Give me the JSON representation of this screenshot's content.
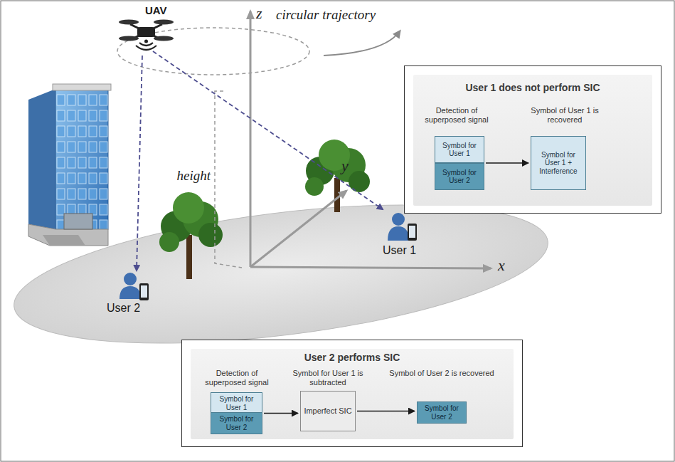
{
  "diagram": {
    "nodes": [
      {
        "text": [
          "User 1 does not perform SIC"
        ]
      },
      {
        "text": [
          "Detection of superposed signal"
        ],
        "in": 0
      },
      {
        "text": [
          "Symbol for User 1"
        ],
        "in": 1
      },
      {
        "text": [
          "Symbol for User 2"
        ],
        "in": 1
      },
      {
        "text": [
          "Symbol of User 1 is recovered"
        ],
        "in": 0
      },
      {
        "text": [
          "Symbol for User 1 + Interference"
        ],
        "in": 4
      },
      {
        "text": [
          "User 2 performs SIC"
        ]
      },
      {
        "text": [
          "Detection of superposed signal"
        ],
        "in": 6
      },
      {
        "text": [
          "Symbol for User 1"
        ],
        "in": 7
      },
      {
        "text": [
          "Symbol for User 2"
        ],
        "in": 7
      },
      {
        "text": [
          "Symbol for User 1 is subtracted"
        ],
        "in": 6
      },
      {
        "text": [
          "Imperfect SIC"
        ],
        "in": 10
      },
      {
        "text": [
          "Symbol of User 2 is recovered"
        ],
        "in": 6
      },
      {
        "text": [
          "Symbol for User 2"
        ],
        "in": 12
      }
    ],
    "edges": [
      {
        "from": 1,
        "to": 4,
        "arrow": "to"
      },
      {
        "from": 7,
        "to": 10,
        "arrow": "to"
      },
      {
        "from": 10,
        "to": 12,
        "arrow": "to"
      }
    ],
    "labels": [
      "UAV",
      "circular trajectory",
      "z",
      "height",
      "y",
      "User 1",
      "x",
      "User 2"
    ]
  }
}
